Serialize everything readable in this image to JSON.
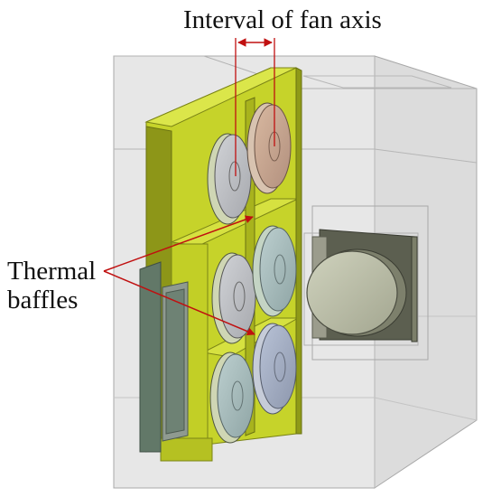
{
  "annotations": {
    "interval_label": "Interval of fan axis",
    "thermal_label": "Thermal",
    "baffles_label": "baffles"
  },
  "colors": {
    "background": "#ffffff",
    "enclosure_fill": "#e4e4e4",
    "enclosure_edge": "#a8a8a8",
    "baffle_face": "#c9d62a",
    "baffle_side": "#9faa1c",
    "baffle_dark": "#6f7812",
    "fan_housing_fill": "#d7dcc0",
    "fan_blade_top_right": "#c9a892",
    "fan_blade_default": "#c0c2c6",
    "fan_blade_blue": "#a6b0c4",
    "fan_blade_teal": "#a8bcbc",
    "heatsink_dark": "#5a5d4e",
    "heatsink_plate": "#9b9c8c",
    "heatsink_disc": "#b9bca8",
    "left_block": "#627868",
    "arrow_red": "#c01010",
    "label_text": "#111111"
  },
  "components": [
    "enclosure",
    "thermal-baffle-plate",
    "fan-top-left",
    "fan-top-right",
    "fan-middle-left",
    "fan-middle-right",
    "fan-bottom-left",
    "fan-bottom-right",
    "heat-source-block",
    "left-side-block"
  ]
}
